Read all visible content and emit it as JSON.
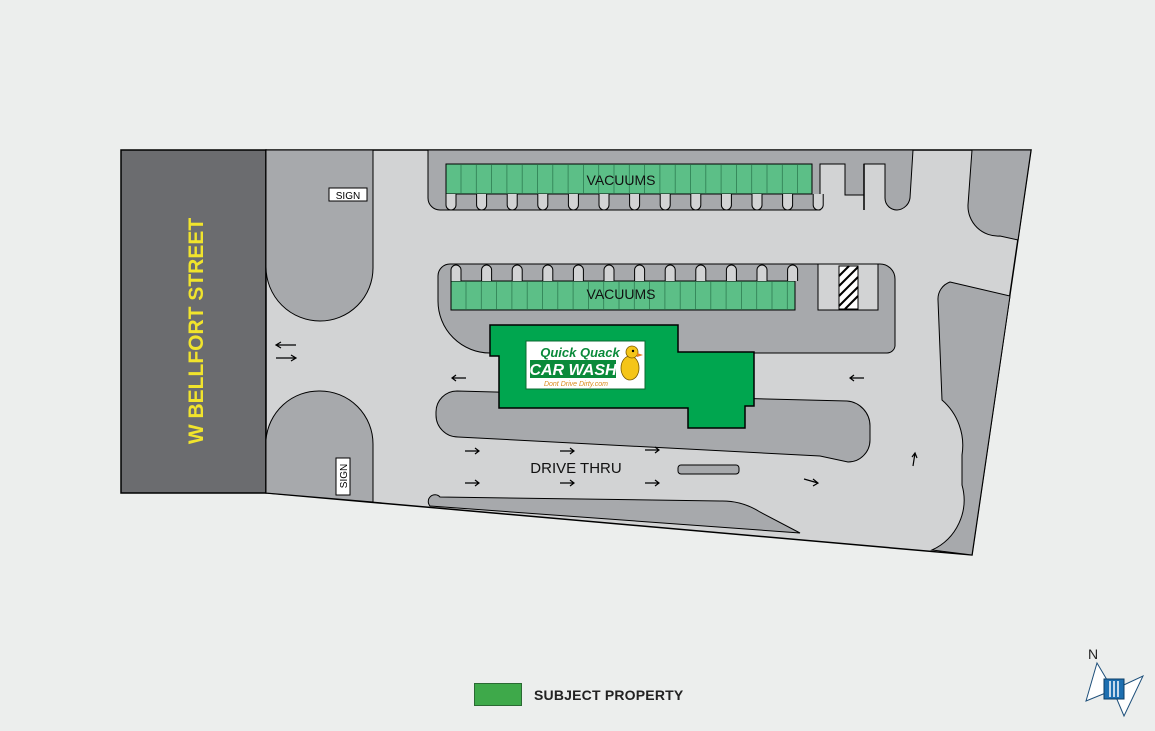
{
  "street": {
    "name": "W BELLFORT STREET"
  },
  "signs": [
    "SIGN",
    "SIGN"
  ],
  "vacuum_labels": [
    "VACUUMS",
    "VACUUMS"
  ],
  "drive_thru": "DRIVE THRU",
  "logo": {
    "line1": "Quick Quack",
    "line2": "CAR WASH",
    "tagline": "Dont Drive Dirty.com"
  },
  "legend": {
    "label": "SUBJECT PROPERTY",
    "color": "#3ea94a"
  },
  "compass": {
    "north": "N"
  },
  "colors": {
    "lot": "#d2d3d4",
    "island": "#a7a9ac",
    "street": "#6b6c6f",
    "building": "#00a64f",
    "vacuum": "#5cbf87",
    "street_text": "#f1e42c"
  }
}
